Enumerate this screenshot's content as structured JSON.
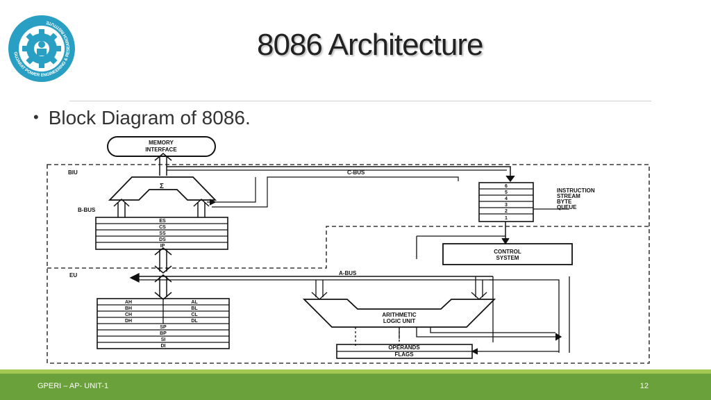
{
  "slide": {
    "title": "8086 Architecture",
    "bullet": "Block Diagram of 8086."
  },
  "logo": {
    "ring_text": "GUJARAT POWER ENGINEERING & RESEARCH INSTITUTE",
    "color": "#2a9fc4"
  },
  "diagram": {
    "memory_interface": [
      "MEMORY",
      "INTERFACE"
    ],
    "biu_label": "BIU",
    "eu_label": "EU",
    "c_bus": "C-BUS",
    "b_bus": "B-BUS",
    "a_bus": "A-BUS",
    "sigma": "Σ",
    "segment_registers": [
      "ES",
      "CS",
      "SS",
      "DS",
      "IP"
    ],
    "queue_slots": [
      "6",
      "5",
      "4",
      "3",
      "2",
      "1"
    ],
    "queue_label": [
      "INSTRUCTION",
      "STREAM",
      "BYTE",
      "QUEUE"
    ],
    "control_system": [
      "CONTROL",
      "SYSTEM"
    ],
    "general_registers": [
      [
        "AH",
        "AL"
      ],
      [
        "BH",
        "BL"
      ],
      [
        "CH",
        "CL"
      ],
      [
        "DH",
        "DL"
      ]
    ],
    "pointer_registers": [
      "SP",
      "BP",
      "SI",
      "DI"
    ],
    "alu": [
      "ARITHMETIC",
      "LOGIC UNIT"
    ],
    "operands_flags": [
      "OPERANDS",
      "FLAGS"
    ]
  },
  "footer": {
    "left": "GPERI – AP- UNIT-1",
    "page": "12",
    "bar_color": "#6aa13a",
    "stripe_color": "#a4c952"
  }
}
